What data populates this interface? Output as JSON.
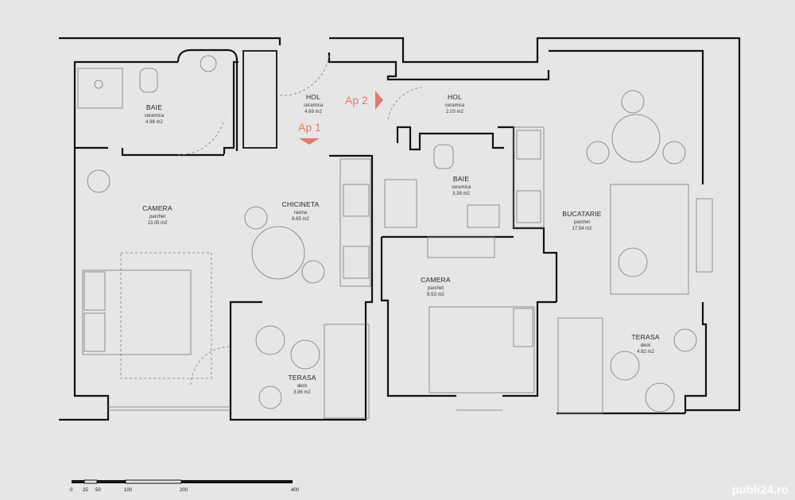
{
  "rooms": {
    "baie1": {
      "name": "BAIE",
      "material": "ceramica",
      "area": "4.98 m2"
    },
    "hol1": {
      "name": "HOL",
      "material": "ceramica",
      "area": "4.69 m2"
    },
    "hol2": {
      "name": "HOL",
      "material": "ceramica",
      "area": "2.03 m2"
    },
    "camera1": {
      "name": "CAMERA",
      "material": "parchet",
      "area": "13.05 m2"
    },
    "chicineta": {
      "name": "CHICINETA",
      "material": "rasina",
      "area": "6.65 m2"
    },
    "baie2": {
      "name": "BAIE",
      "material": "ceramica",
      "area": "3.38 m2"
    },
    "bucatarie": {
      "name": "BUCATARIE",
      "material": "parchet",
      "area": "17.54 m2"
    },
    "camera2": {
      "name": "CAMERA",
      "material": "parchet",
      "area": "8.53 m2"
    },
    "terasa1": {
      "name": "TERASA",
      "material": "deck",
      "area": "3.86 m2"
    },
    "terasa2": {
      "name": "TERASA",
      "material": "deck",
      "area": "4.92 m2"
    }
  },
  "apartments": {
    "ap1": "Ap 1",
    "ap2": "Ap 2"
  },
  "scale": {
    "ticks": [
      "0",
      "25",
      "50",
      "100",
      "200",
      "400"
    ]
  },
  "watermark": "publi24.ro",
  "colors": {
    "wall": "#111111",
    "accent": "#e07b69",
    "background": "#e6e6e6",
    "furniture": "#777777"
  }
}
